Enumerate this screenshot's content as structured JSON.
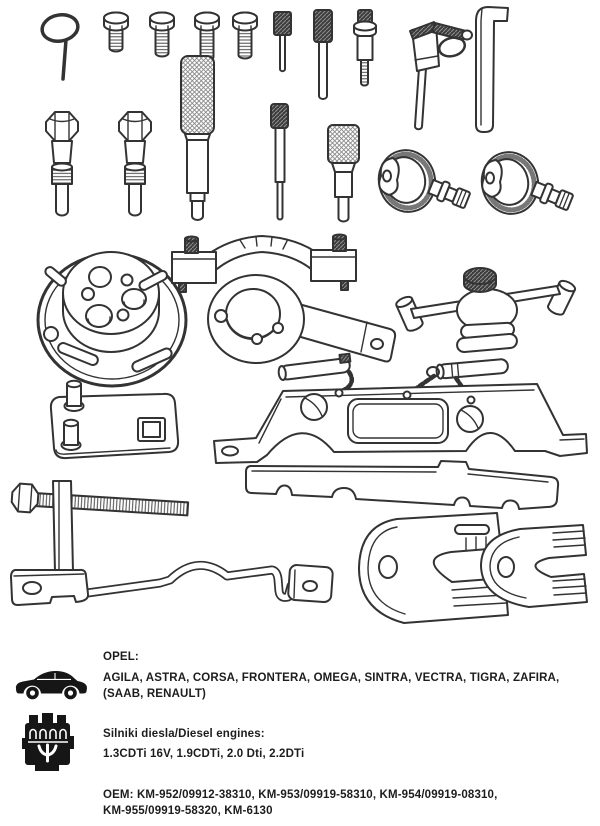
{
  "page": {
    "background": "#ffffff",
    "ink": "#333333",
    "icon_color": "#161616"
  },
  "illustration": {
    "tools": [
      "ring-pull-pin",
      "hex-bolt-1",
      "hex-bolt-2",
      "hex-bolt-3",
      "hex-bolt-4",
      "pin-punch",
      "knurled-pin",
      "stepped-adapter-pin",
      "quick-release-lock-pin",
      "allen-key",
      "hex-head-locking-pin-1",
      "hex-head-locking-pin-2",
      "large-knurled-locking-pin",
      "small-knurled-pin",
      "knurled-step-pin",
      "thumb-knob-lock-1",
      "thumb-knob-lock-2",
      "crankshaft-holding-disc",
      "camshaft-setting-bridge",
      "crankshaft-keyhole-wrench",
      "tensioner-arm-tool",
      "pin-bracket-plate",
      "camshaft-locking-plate-with-chains",
      "camshaft-locking-rail",
      "tensioner-adjusting-screw-clamp",
      "belt-retaining-strip",
      "cam-lock-clamp-large",
      "cam-lock-clamp-small"
    ]
  },
  "vehicles": {
    "label": "OPEL:",
    "line1": "AGILA, ASTRA, CORSA, FRONTERA, OMEGA, SINTRA, VECTRA, TIGRA, ZAFIRA,",
    "line2": "(SAAB, RENAULT)"
  },
  "engines": {
    "label": "Silniki diesla/Diesel engines:",
    "value": "1.3CDTi 16V, 1.9CDTi, 2.0 Dti, 2.2DTi"
  },
  "oem": {
    "line1": "OEM: KM-952/09912-38310, KM-953/09919-58310, KM-954/09919-08310,",
    "line2": "KM-955/09919-58320, KM-6130"
  }
}
